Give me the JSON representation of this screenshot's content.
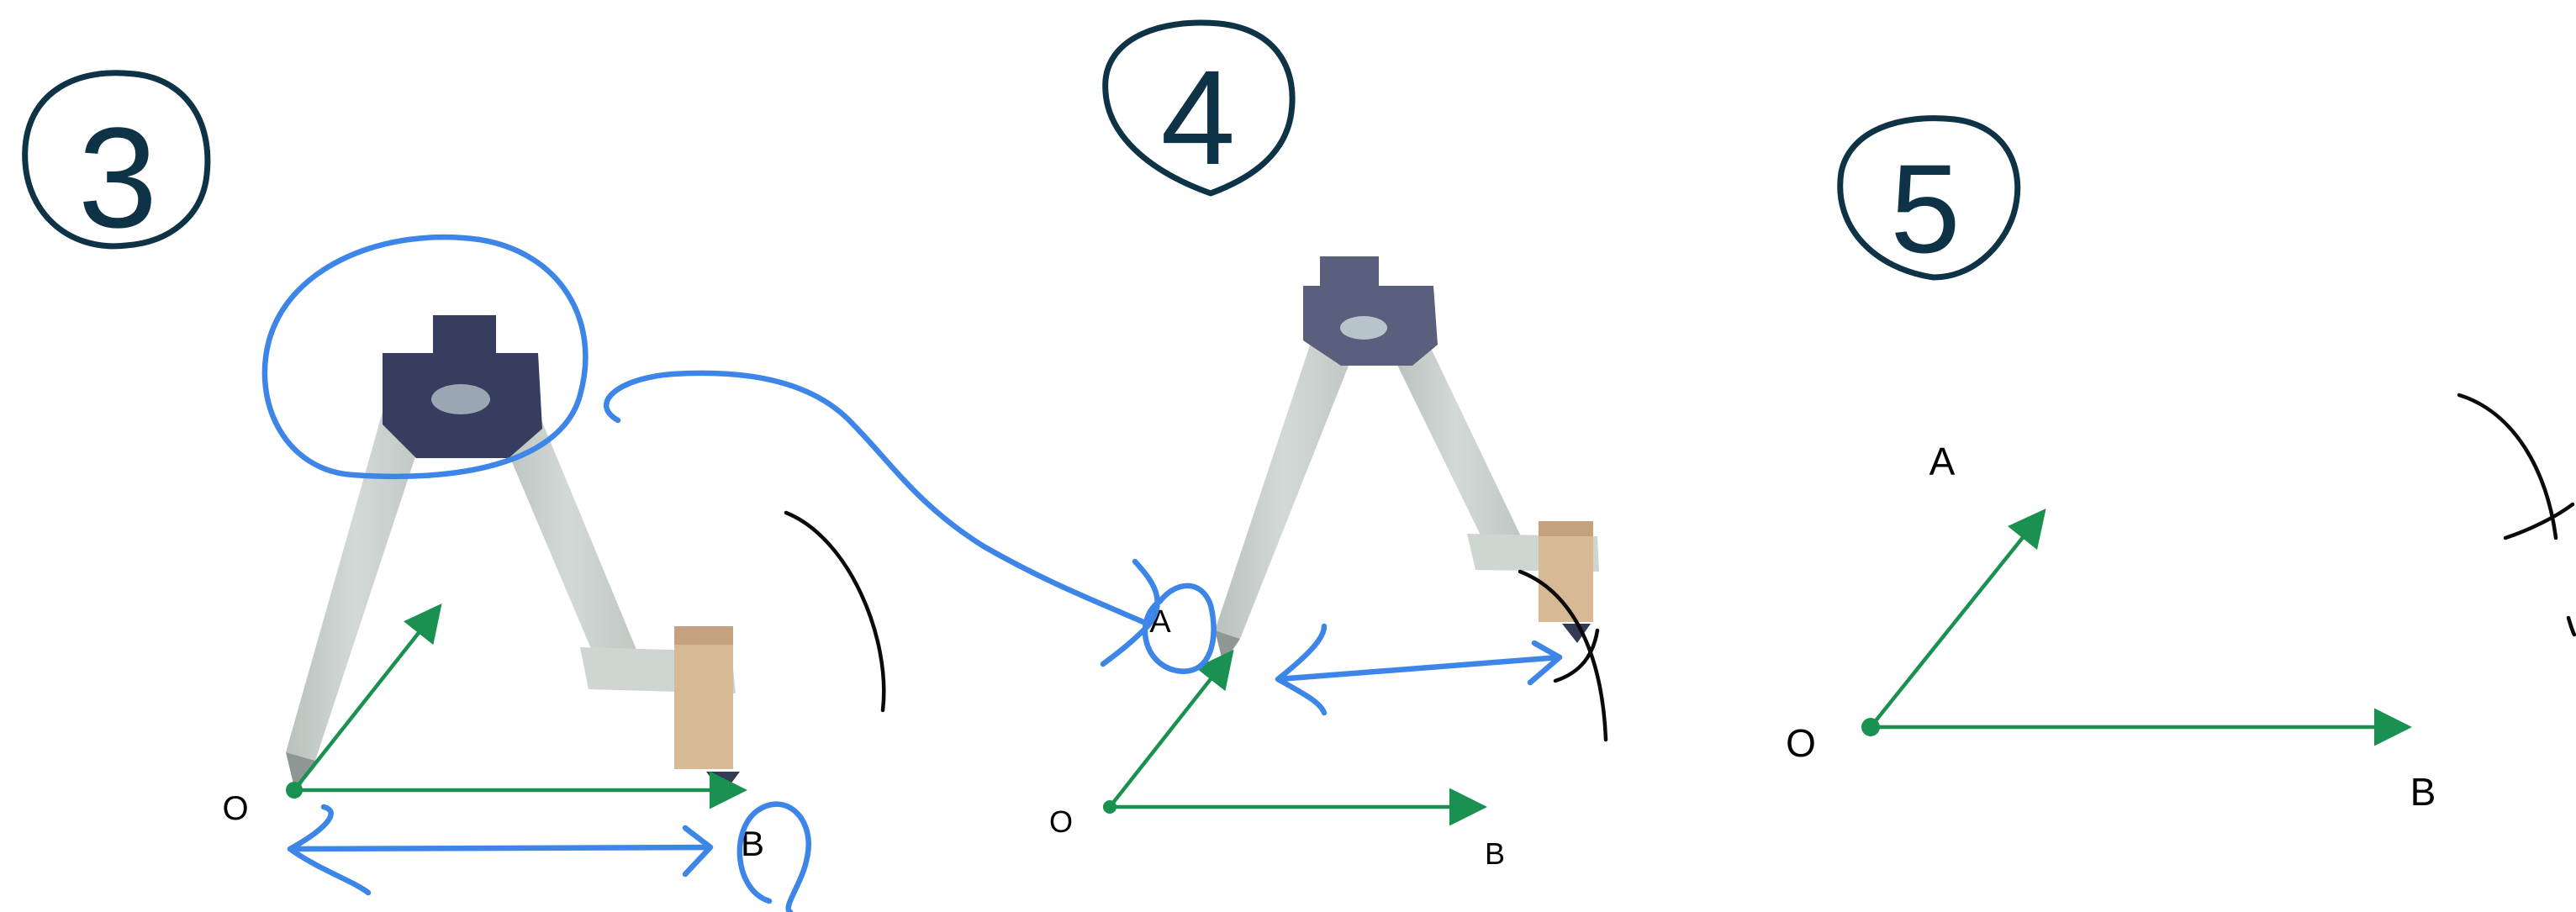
{
  "steps": [
    {
      "number": "3",
      "point_labels": {
        "O": "O",
        "B": "B"
      }
    },
    {
      "number": "4",
      "point_labels": {
        "O": "O",
        "A": "A",
        "B": "B"
      }
    },
    {
      "number": "5",
      "point_labels": {
        "O": "O",
        "A": "A",
        "B": "B"
      }
    }
  ],
  "colors": {
    "ray": "#1a9150",
    "annotation_blue": "#3d86e8",
    "annotation_dark": "#0e3346",
    "arc": "#0a0a0a",
    "compass_head_3": "#363d5e",
    "compass_head_4": "#5b5f7e",
    "compass_arm": "#c7ceca",
    "compass_pencil": "#d8b996"
  },
  "icons": [
    "compass-icon"
  ]
}
